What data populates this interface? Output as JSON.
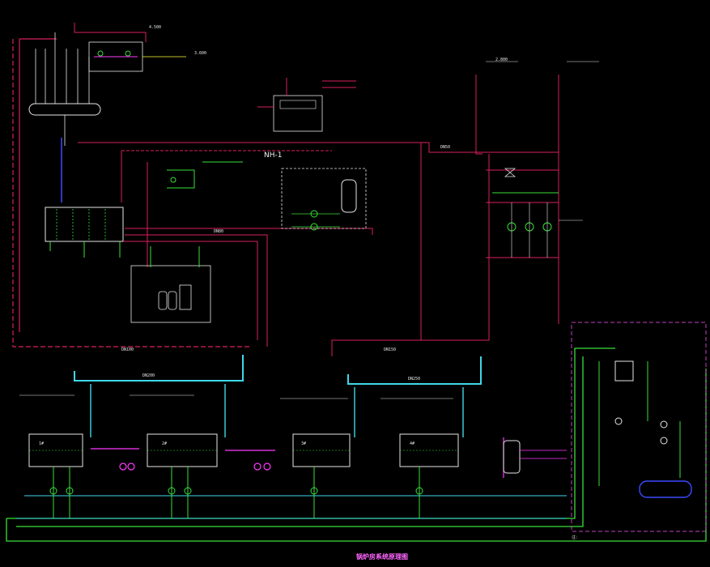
{
  "colors": {
    "background": "#000000",
    "pipe_red": "#d8205a",
    "pipe_green": "#38e038",
    "pipe_cyan": "#40d8e8",
    "pipe_white": "#e6e6e6",
    "pipe_blue": "#3a4cff",
    "accent_magenta": "#ff3bff",
    "border_magenta": "#c040c0",
    "label_yellow": "#ffff3a"
  },
  "labels": {
    "equipment_nh1": "NH-1",
    "drawing_title": "锅炉房系统原理图",
    "main_note": "注：",
    "pipe_dn50": "DN50",
    "pipe_dn80": "DN80",
    "pipe_dn100": "DN100",
    "pipe_dn150": "DN150",
    "pipe_dn200": "DN200",
    "pipe_dn250": "DN250",
    "elev_1": "4.500",
    "elev_2": "3.600",
    "elev_3": "2.800",
    "boiler_1": "1#",
    "boiler_2": "2#",
    "boiler_3": "3#",
    "boiler_4": "4#"
  }
}
